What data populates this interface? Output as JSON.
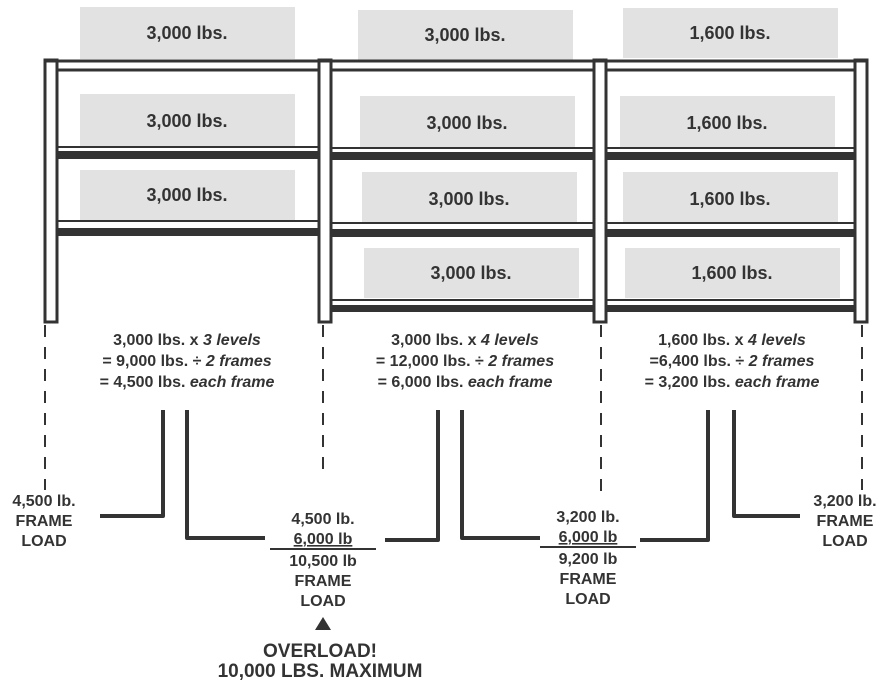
{
  "bays": [
    {
      "loads": [
        "3,000 lbs.",
        "3,000 lbs.",
        "3,000 lbs."
      ],
      "calc": {
        "line1_a": "3,000 lbs. x ",
        "line1_b": "3 levels",
        "line2_a": "= 9,000 lbs. ÷ ",
        "line2_b": "2 frames",
        "line3_a": "= 4,500 lbs. ",
        "line3_b": "each frame"
      }
    },
    {
      "loads": [
        "3,000 lbs.",
        "3,000 lbs.",
        "3,000 lbs.",
        "3,000 lbs."
      ],
      "calc": {
        "line1_a": "3,000 lbs. x ",
        "line1_b": "4 levels",
        "line2_a": "= 12,000 lbs. ÷ ",
        "line2_b": "2 frames",
        "line3_a": "= 6,000 lbs. ",
        "line3_b": "each frame"
      }
    },
    {
      "loads": [
        "1,600 lbs.",
        "1,600 lbs.",
        "1,600 lbs.",
        "1,600 lbs."
      ],
      "calc": {
        "line1_a": "1,600 lbs. x ",
        "line1_b": "4 levels",
        "line2_a": "=6,400 lbs. ÷ ",
        "line2_b": "2 frames",
        "line3_a": "= 3,200 lbs. ",
        "line3_b": "each frame"
      }
    }
  ],
  "frame_loads": [
    {
      "lines": [
        "4,500 lb.",
        "FRAME",
        "LOAD"
      ]
    },
    {
      "add1": "4,500 lb.",
      "add2": "6,000 lb",
      "total": "10,500 lb",
      "lines": [
        "FRAME",
        "LOAD"
      ]
    },
    {
      "add1": "3,200 lb.",
      "add2": "6,000 lb",
      "total": "9,200 lb",
      "lines": [
        "FRAME",
        "LOAD"
      ]
    },
    {
      "lines": [
        "3,200 lb.",
        "FRAME",
        "LOAD"
      ]
    }
  ],
  "warning": {
    "line1": "OVERLOAD!",
    "line2": "10,000 LBS. MAXIMUM"
  },
  "colors": {
    "box_fill": "#e2e2e2",
    "beam": "#333333",
    "frame": "#333333",
    "text": "#333333"
  }
}
